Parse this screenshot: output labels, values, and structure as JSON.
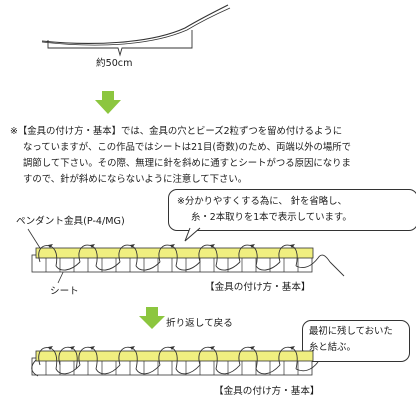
{
  "top_figure": {
    "length_label": "約50cm"
  },
  "instructions": {
    "lines": [
      "※【金具の付け方・基本】では、金具の穴とビーズ2粒ずつを留め付けるように",
      "なっていますが、この作品ではシートは21目(奇数)のため、両端以外の場所で",
      "調節して下さい。その際、無理に針を斜めに通すとシートがつる原因になりま",
      "すので、針が斜めにならないように注意して下さい。"
    ]
  },
  "callout_note": {
    "lines": [
      "※分かりやすくする為に、 針を省略し、",
      "糸・2本取りを1本で表示しています。"
    ]
  },
  "diagram1": {
    "pendant_label": "ペンダント金具(P-4/MG)",
    "sheet_label": "シート",
    "caption": "【金具の付け方・基本】"
  },
  "step": {
    "label": "折り返して戻る"
  },
  "diagram2": {
    "bubble_lines": [
      "最初に残しておいた",
      "糸と結ぶ。"
    ],
    "caption": "【金具の付け方・基本】"
  },
  "colors": {
    "arrow_green": "#8cc63f",
    "pendant_yellow": "#f0ef80",
    "line": "#333333"
  }
}
